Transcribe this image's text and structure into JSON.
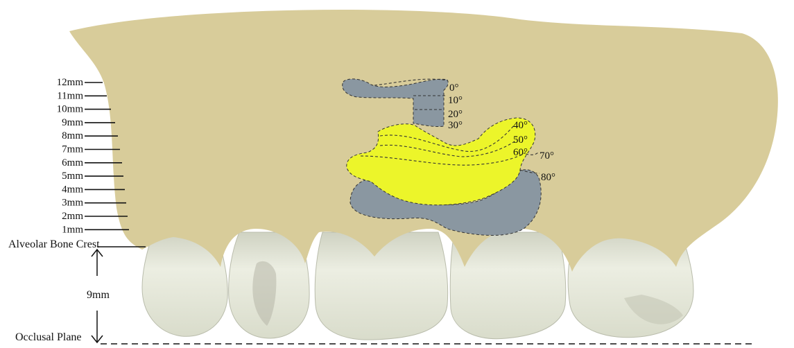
{
  "scale": {
    "labels": [
      "12mm",
      "11mm",
      "10mm",
      "9mm",
      "8mm",
      "7mm",
      "6mm",
      "5mm",
      "4mm",
      "3mm",
      "2mm",
      "1mm"
    ]
  },
  "angles": {
    "a0": "0°",
    "a10": "10°",
    "a20": "20°",
    "a30": "30°",
    "a40": "40°",
    "a50": "50°",
    "a60": "60°",
    "a70": "70°",
    "a80": "80°"
  },
  "labels": {
    "alveolar_bone_crest": "Alveolar Bone Crest",
    "distance": "9mm",
    "occlusal_plane": "Occlusal Plane"
  },
  "colors": {
    "bone": "#d8cc9a",
    "gray_region": "#8a97a1",
    "yellow_region": "#ecf52a",
    "tooth": "#e4e6d8",
    "tooth_shadow": "#c9ccbb"
  }
}
